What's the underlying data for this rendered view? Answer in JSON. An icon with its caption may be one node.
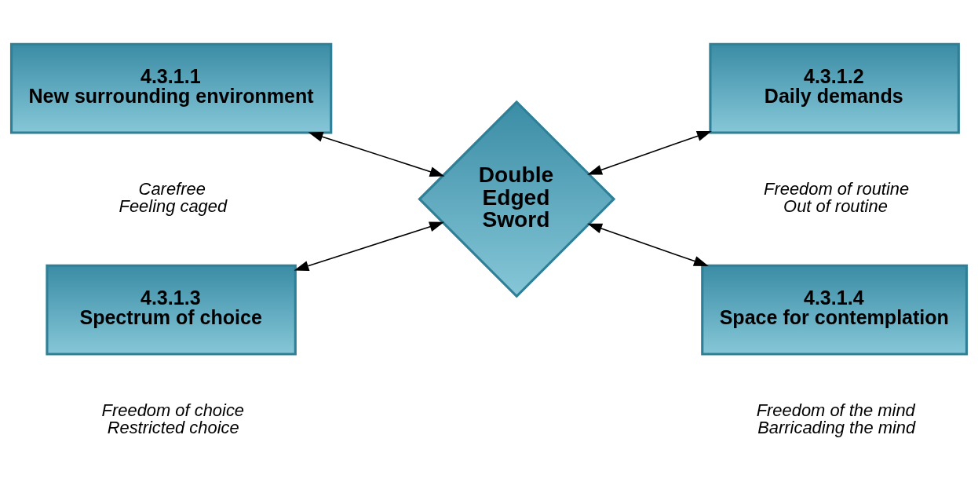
{
  "diagram": {
    "nodes": [
      {
        "text": [
          "Double Edged Sword"
        ]
      },
      {
        "text": [
          "4.3.1.1",
          "New surrounding environment"
        ],
        "beside": [
          "Carefree",
          "Feeling caged"
        ]
      },
      {
        "text": [
          "4.3.1.2",
          "Daily demands"
        ],
        "beside": [
          "Freedom of routine",
          "Out of routine"
        ]
      },
      {
        "text": [
          "4.3.1.3",
          "Spectrum of choice"
        ],
        "beside": [
          "Freedom of choice",
          "Restricted choice"
        ]
      },
      {
        "text": [
          "4.3.1.4",
          "Space for contemplation"
        ],
        "beside": [
          "Freedom of the mind",
          "Barricading the mind"
        ]
      }
    ],
    "edges": [
      {
        "from": 1,
        "to": 0,
        "arrow": "both"
      },
      {
        "from": 0,
        "to": 2,
        "arrow": "both"
      },
      {
        "from": 3,
        "to": 0,
        "arrow": "both"
      },
      {
        "from": 0,
        "to": 4,
        "arrow": "both"
      }
    ]
  }
}
